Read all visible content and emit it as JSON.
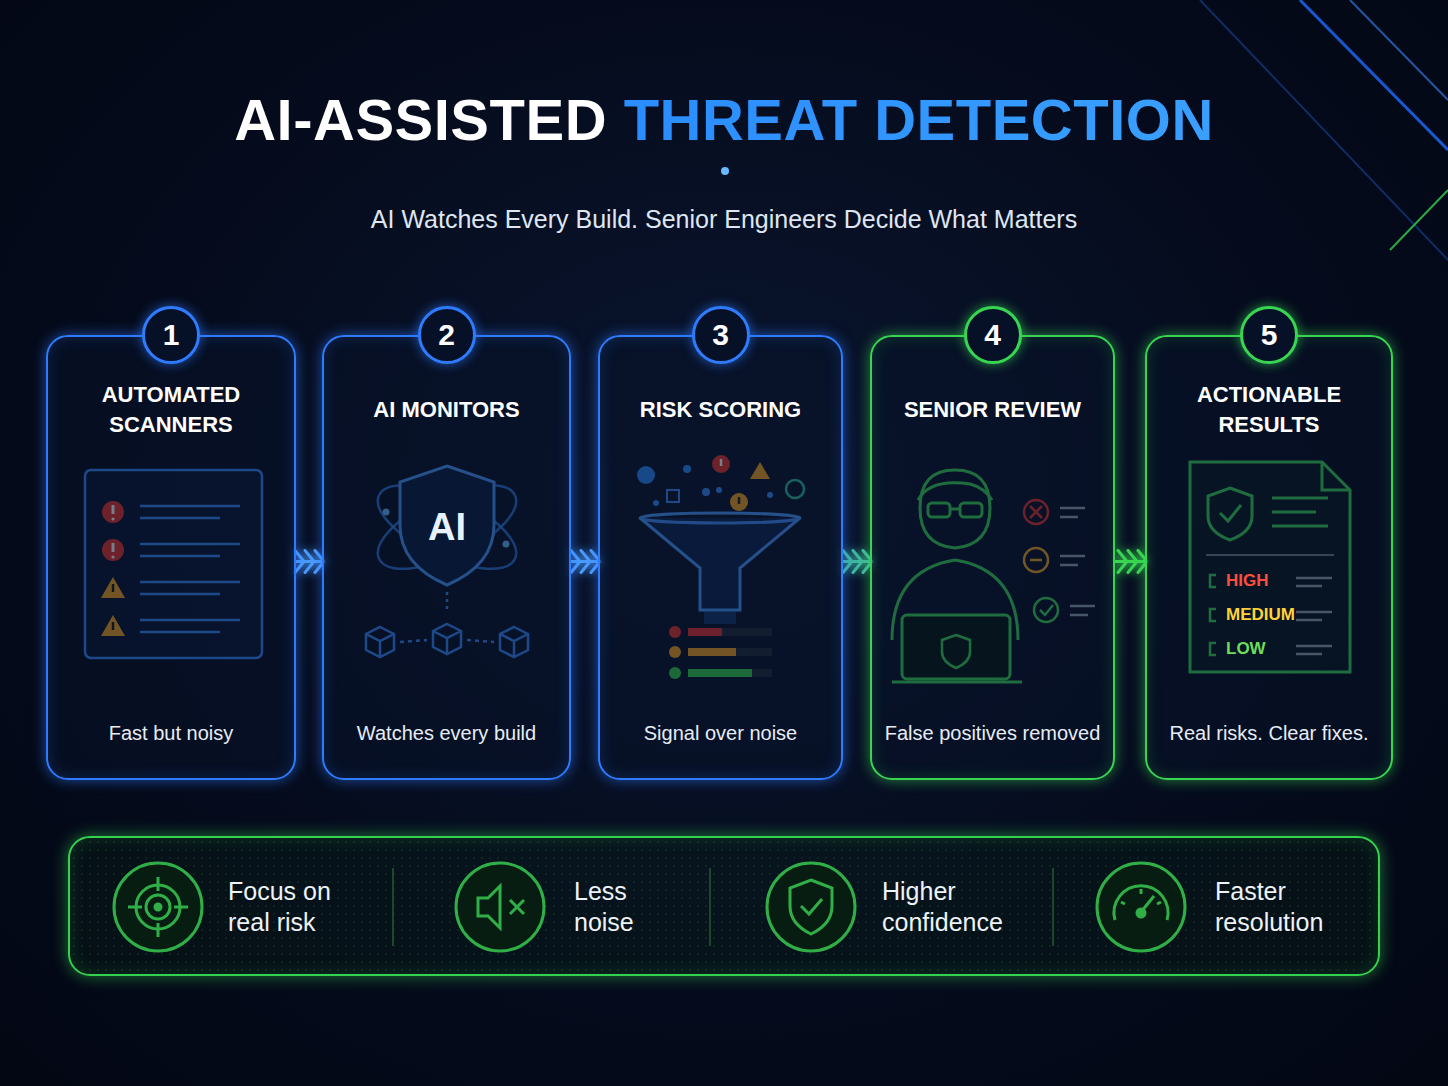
{
  "diagram": {
    "title": "AI-ASSISTED THREAT DETECTION",
    "nodes": [
      {
        "text": [
          "AUTOMATED SCANNERS",
          "Fast but noisy"
        ]
      },
      {
        "text": [
          "1"
        ],
        "in": 0
      },
      {
        "text": [
          "AI MONITORS",
          "Watches every build"
        ]
      },
      {
        "text": [
          "2"
        ],
        "in": 2
      },
      {
        "text": [
          "RISK SCORING",
          "Signal over noise"
        ]
      },
      {
        "text": [
          "3"
        ],
        "in": 4
      },
      {
        "text": [
          "SENIOR REVIEW",
          "False positives removed"
        ]
      },
      {
        "text": [
          "4"
        ],
        "in": 6
      },
      {
        "text": [
          "ACTIONABLE RESULTS",
          "Real risks. Clear fixes."
        ]
      },
      {
        "text": [
          "5"
        ],
        "in": 8
      },
      {
        "text": [
          "Focus on real risk",
          "Less noise",
          "Higher confidence",
          "Faster resolution"
        ]
      }
    ],
    "edges": [
      {
        "from": 0,
        "to": 2,
        "arrow": "to"
      },
      {
        "from": 2,
        "to": 4,
        "arrow": "to"
      },
      {
        "from": 4,
        "to": 6,
        "arrow": "to"
      },
      {
        "from": 6,
        "to": 8,
        "arrow": "to"
      }
    ],
    "labels": [
      "AI Watches Every Build. Senior Engineers Decide What Matters",
      "AI",
      "HIGH",
      "MEDIUM",
      "LOW"
    ]
  }
}
